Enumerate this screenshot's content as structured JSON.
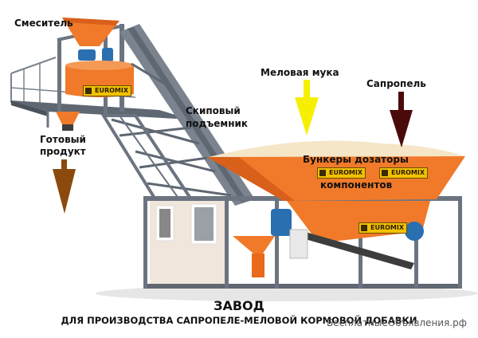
{
  "labels": {
    "mixer": "Смеситель",
    "finished_product_line1": "Готовый",
    "finished_product_line2": "продукт",
    "skip_hoist_line1": "Скиповый",
    "skip_hoist_line2": "подъемник",
    "chalk_flour": "Меловая мука",
    "sapropel": "Сапропель",
    "hoppers_line1": "Бункеры дозаторы",
    "hoppers_line2": "компонентов"
  },
  "footer": {
    "title": "ЗАВОД",
    "subtitle": "ДЛЯ ПРОИЗВОДСТВА САПРОПЕЛЕ-МЕЛОВОЙ КОРМОВОЙ ДОБАВКИ",
    "watermark": "БесплатныеОбъявления.рф"
  },
  "brand": {
    "logo_text": "EUROMIX"
  },
  "colors": {
    "orange": "#f07a2a",
    "steel": "#6b7480",
    "arrow_chalk": "#f7ef00",
    "arrow_sapropel": "#4a0a0a",
    "arrow_product": "#8b4a0c",
    "cabin": "#f1e6dc",
    "motor_blue": "#2a6fb0"
  }
}
